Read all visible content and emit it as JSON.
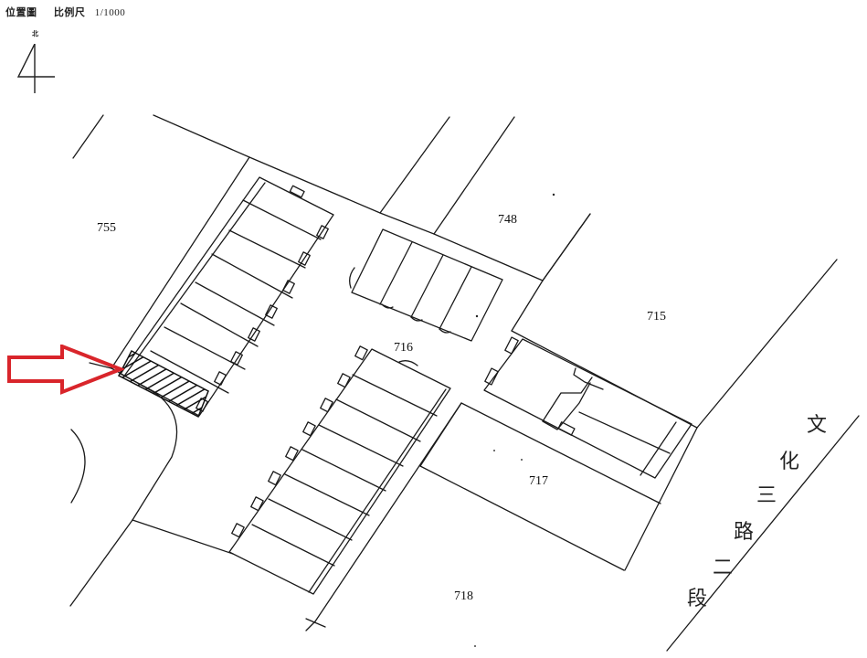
{
  "header": {
    "title": "位置圖",
    "scale_label": "比例尺",
    "scale_value": "1/1000"
  },
  "north": {
    "label": "北",
    "icon": "north-arrow-icon"
  },
  "parcels": [
    {
      "id": "755",
      "label": "755"
    },
    {
      "id": "748",
      "label": "748"
    },
    {
      "id": "715",
      "label": "715"
    },
    {
      "id": "716",
      "label": "716"
    },
    {
      "id": "717",
      "label": "717"
    },
    {
      "id": "718",
      "label": "718"
    }
  ],
  "road": {
    "name": "文化三路二段",
    "chars": [
      "文",
      "化",
      "三",
      "路",
      "二",
      "段"
    ]
  },
  "highlight": {
    "indicator": "red-outline-arrow",
    "arrow_color": "#d9252b",
    "hatch_color": "#111111",
    "target": "hatched unit at south end of west row of buildings"
  },
  "colors": {
    "line": "#1a1a1a",
    "background": "#ffffff"
  }
}
